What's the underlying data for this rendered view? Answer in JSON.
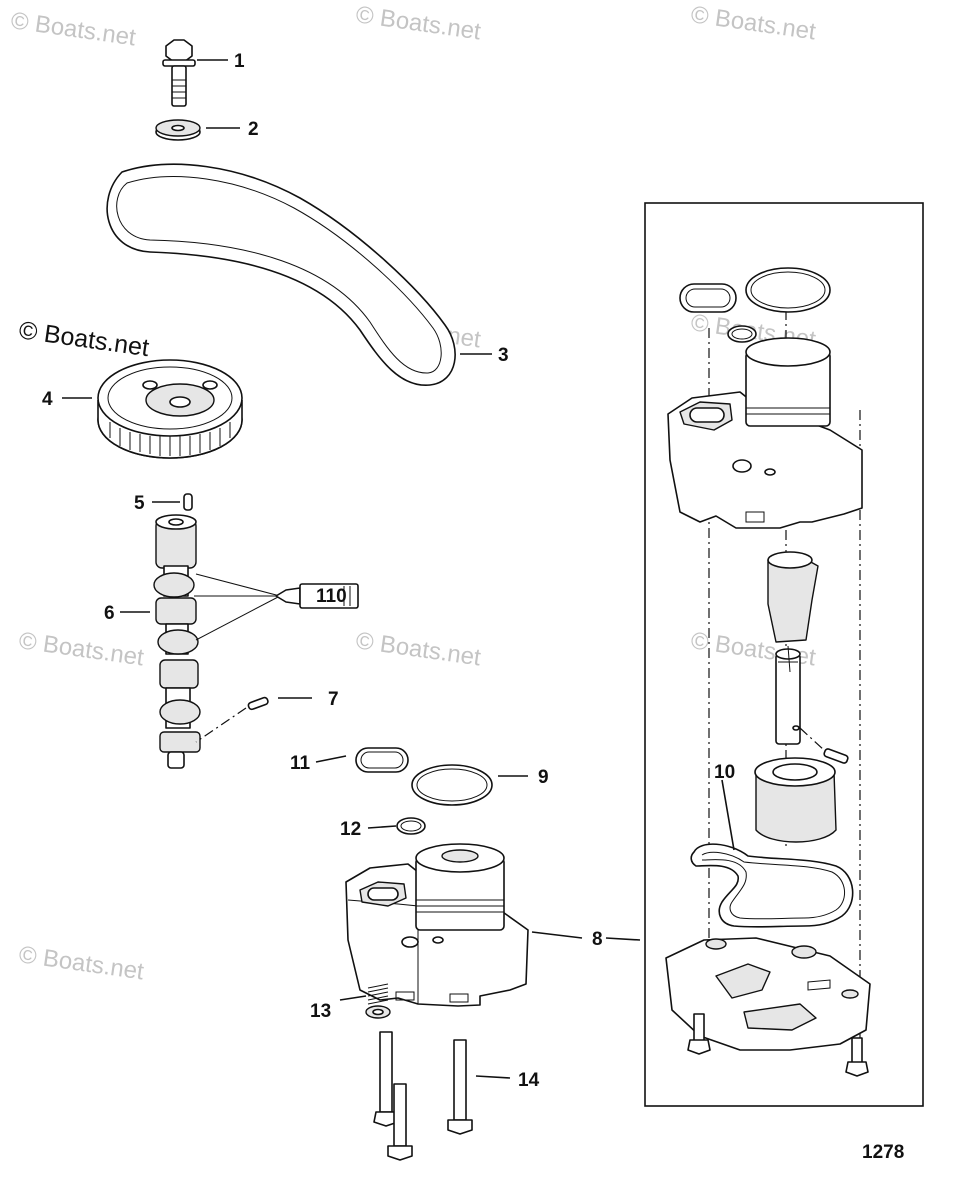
{
  "watermark": "© Boats.net",
  "watermark_main": "© Boats.net",
  "callouts": {
    "c1": "1",
    "c2": "2",
    "c3": "3",
    "c4": "4",
    "c5": "5",
    "c6": "6",
    "c7": "7",
    "c8": "8",
    "c9": "9",
    "c10": "10",
    "c11": "11",
    "c12": "12",
    "c13": "13",
    "c14": "14"
  },
  "sealant_tube_label": "110",
  "figure_number": "1278"
}
